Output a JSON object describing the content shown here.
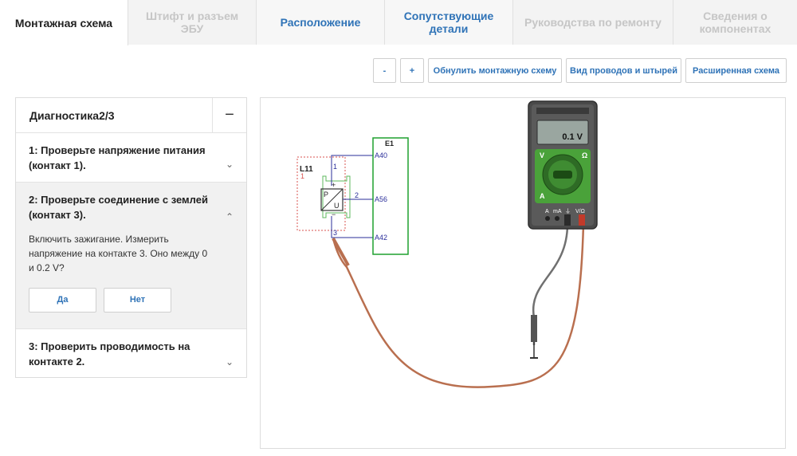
{
  "tabs": [
    {
      "label": "Монтажная схема",
      "state": "active"
    },
    {
      "label": "Штифт и разъем ЭБУ",
      "state": "disabled"
    },
    {
      "label": "Расположение",
      "state": "link"
    },
    {
      "label": "Сопутствующие детали",
      "state": "link"
    },
    {
      "label": "Руководства по ремонту",
      "state": "disabled"
    },
    {
      "label": "Сведения о компонентах",
      "state": "disabled"
    }
  ],
  "toolbar": {
    "zoom_out": "-",
    "zoom_in": "+",
    "reset": "Обнулить монтажную схему",
    "wires_pins": "Вид проводов и штырей",
    "extended": "Расширенная схема"
  },
  "diagnostics": {
    "title": "Диагностика2/3",
    "collapse_symbol": "−",
    "steps": [
      {
        "label": "1: Проверьте напряжение питания (контакт 1).",
        "expanded": false
      },
      {
        "label": "2: Проверьте соединение с землей (контакт 3).",
        "expanded": true,
        "description": "Включить зажигание. Измерить напряжение на контакте 3. Оно между 0 и 0.2 V?",
        "yes": "Да",
        "no": "Нет"
      },
      {
        "label": "3: Проверить проводимость на контакте 2.",
        "expanded": false
      }
    ]
  },
  "diagram": {
    "component_l11": "L11",
    "component_l11_index": "1",
    "component_e1": "E1",
    "pins": {
      "p1": "1",
      "p2": "2",
      "p3": "3"
    },
    "connectors": {
      "a40": "A40",
      "a56": "A56",
      "a42": "A42"
    },
    "sensor_labels": {
      "p": "P",
      "u": "U",
      "plus": "+",
      "minus": "−"
    },
    "multimeter": {
      "reading": "0.1 V",
      "left_scale": "V",
      "right_scale": "Ω",
      "bottom_scale": "A",
      "jack_a": "A",
      "jack_ma": "mA",
      "jack_com": "⏚",
      "jack_v": "V/Ω"
    }
  },
  "colors": {
    "accent": "#2f73b7",
    "e1_box": "#1fa12f",
    "l11_box": "#d9534f",
    "wire": "#2a2e9a",
    "meter_green": "#4aa23a",
    "meter_body": "#4a4a4a",
    "probe_brown": "#b96f4f",
    "probe_gray": "#707070"
  }
}
